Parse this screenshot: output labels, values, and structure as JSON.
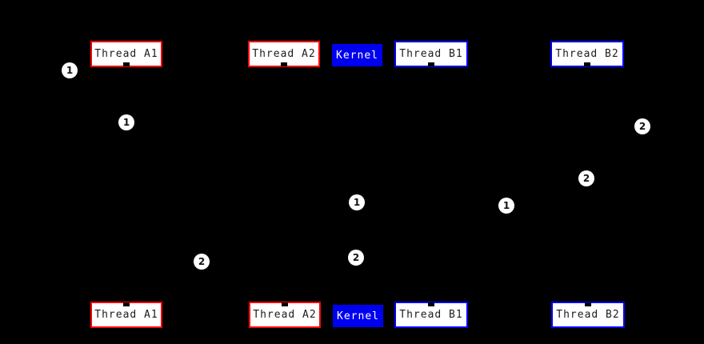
{
  "diagram": {
    "kind": "thread-scheduling-sequence-diagram",
    "boxes": {
      "top": [
        {
          "label": "Thread A1",
          "type": "thread-a"
        },
        {
          "label": "Thread A2",
          "type": "thread-a"
        },
        {
          "label": "Kernel",
          "type": "kernel"
        },
        {
          "label": "Thread B1",
          "type": "thread-b"
        },
        {
          "label": "Thread B2",
          "type": "thread-b"
        }
      ],
      "bottom": [
        {
          "label": "Thread A1",
          "type": "thread-a"
        },
        {
          "label": "Thread A2",
          "type": "thread-a"
        },
        {
          "label": "Kernel",
          "type": "kernel"
        },
        {
          "label": "Thread B1",
          "type": "thread-b"
        },
        {
          "label": "Thread B2",
          "type": "thread-b"
        }
      ]
    },
    "markers": [
      {
        "label": "1"
      },
      {
        "label": "1"
      },
      {
        "label": "2"
      },
      {
        "label": "2"
      },
      {
        "label": "1"
      },
      {
        "label": "1"
      },
      {
        "label": "2"
      },
      {
        "label": "2"
      }
    ]
  },
  "colors": {
    "background": "#000000",
    "red_border": "#ff0000",
    "blue_border": "#0000ff",
    "kernel_fill": "#0000f0",
    "box_fill": "#ffffff",
    "box_text": "#1c1c1c",
    "kernel_text": "#ffffff",
    "marker_fill": "#ffffff",
    "marker_text": "#111111"
  }
}
